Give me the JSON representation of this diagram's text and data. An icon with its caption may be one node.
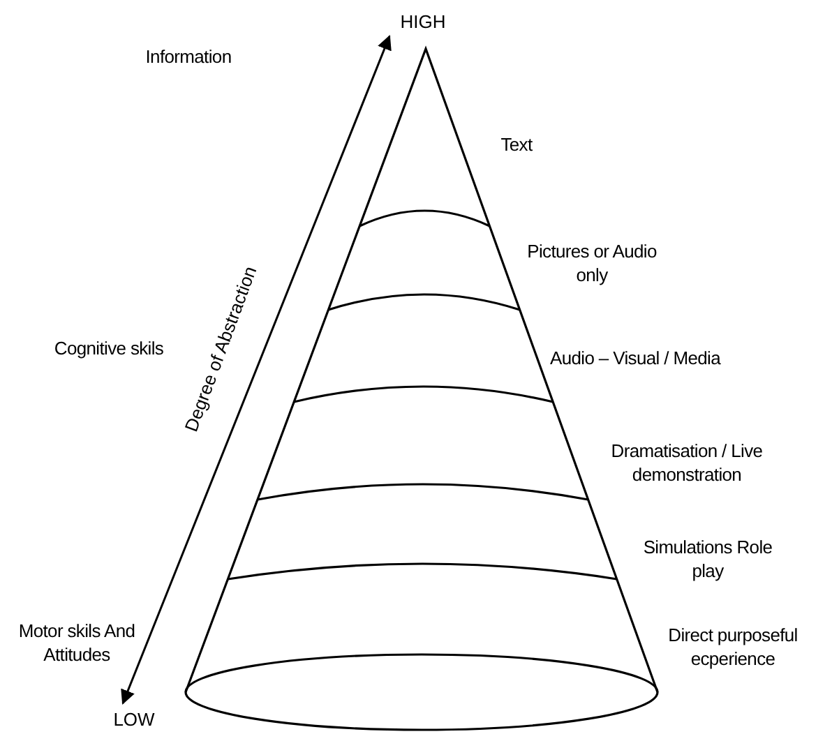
{
  "diagram": {
    "nodes": [
      {
        "text": [
          "HIGH"
        ]
      },
      {
        "text": [
          "LOW"
        ]
      }
    ],
    "edges": [
      {
        "from": 1,
        "to": 0,
        "arrow": "both",
        "label": "Degree of Abstraction"
      }
    ],
    "labels": [
      "Information",
      "Text",
      "Pictures or Audio only",
      "Audio – Visual / Media",
      "Cognitive skils",
      "Dramatisation / Live demonstration",
      "Simulations Role play",
      "Motor skils And Attitudes",
      "Direct purposeful ecperience"
    ]
  }
}
